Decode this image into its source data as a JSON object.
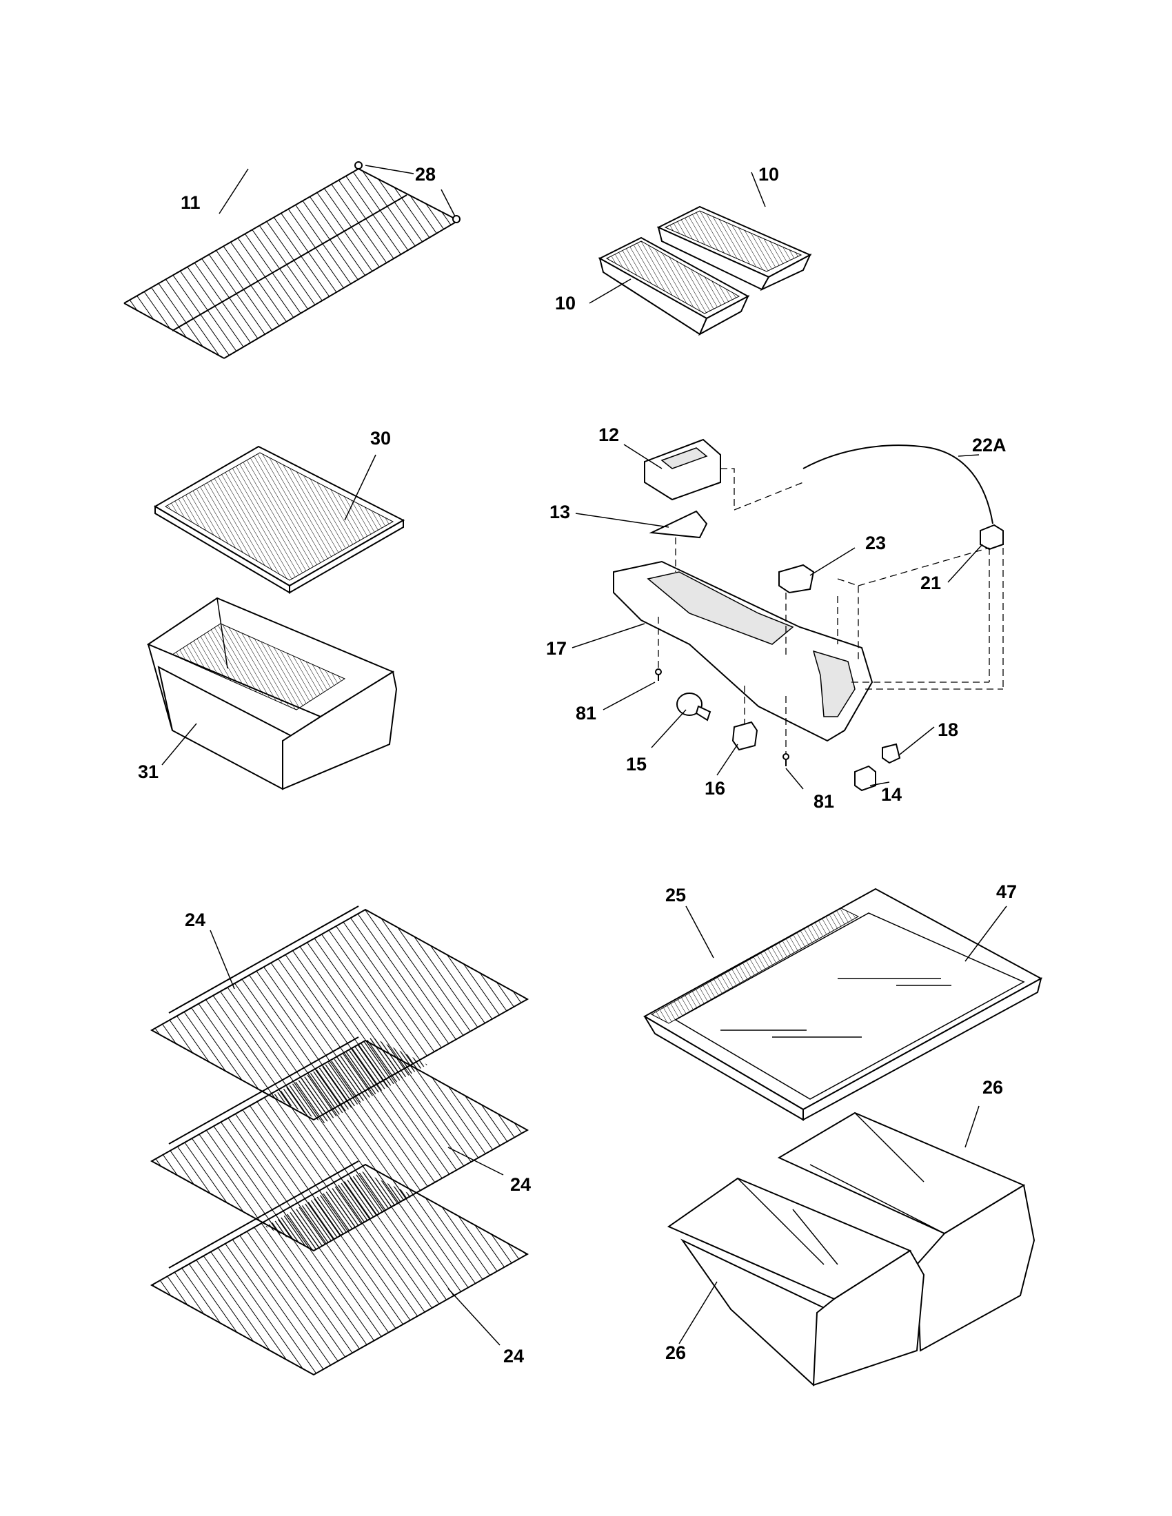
{
  "callouts": {
    "c11": "11",
    "c28": "28",
    "c10a": "10",
    "c10b": "10",
    "c30": "30",
    "c31": "31",
    "c12": "12",
    "c13": "13",
    "c22a": "22A",
    "c23": "23",
    "c21": "21",
    "c17": "17",
    "c81a": "81",
    "c15": "15",
    "c16": "16",
    "c81b": "81",
    "c14": "14",
    "c18": "18",
    "c24a": "24",
    "c24b": "24",
    "c24c": "24",
    "c25": "25",
    "c47": "47",
    "c26a": "26",
    "c26b": "26"
  }
}
